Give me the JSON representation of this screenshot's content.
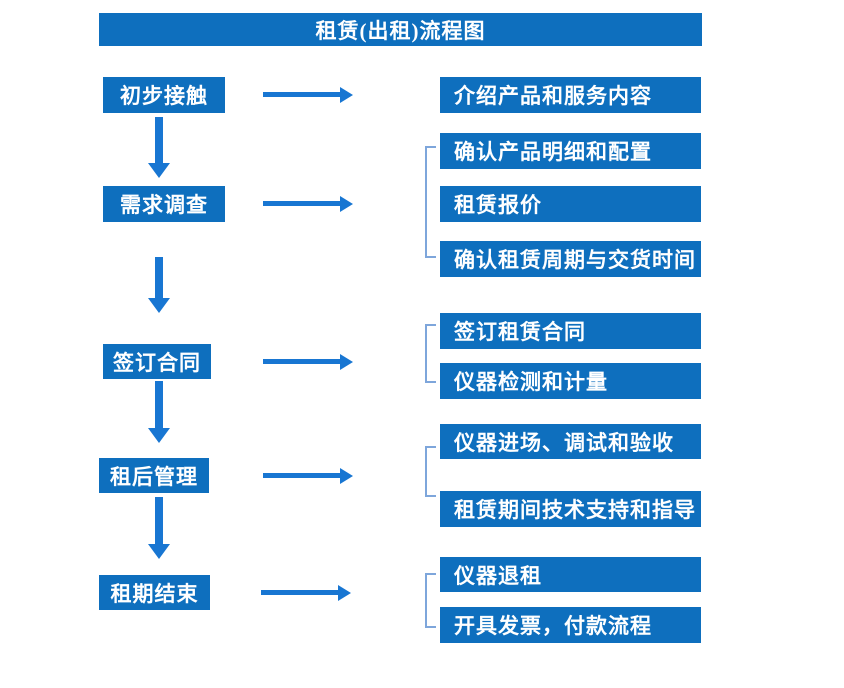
{
  "flow": {
    "title": "租赁(出租)流程图",
    "stages": [
      {
        "step": "初步接触",
        "details": [
          "介绍产品和服务内容"
        ]
      },
      {
        "step": "需求调查",
        "details": [
          "确认产品明细和配置",
          "租赁报价",
          "确认租赁周期与交货时间"
        ]
      },
      {
        "step": "签订合同",
        "details": [
          "签订租赁合同",
          "仪器检测和计量"
        ]
      },
      {
        "step": "租后管理",
        "details": [
          "仪器进场、调试和验收",
          "租赁期间技术支持和指导"
        ]
      },
      {
        "step": "租期结束",
        "details": [
          "仪器退租",
          "开具发票，付款流程"
        ]
      }
    ]
  },
  "colors": {
    "box_fill": "#0E6FBE",
    "arrow": "#1876D2",
    "bracket": "#7EA6DB",
    "text": "#FFFFFF",
    "background": "#FFFFFF"
  }
}
